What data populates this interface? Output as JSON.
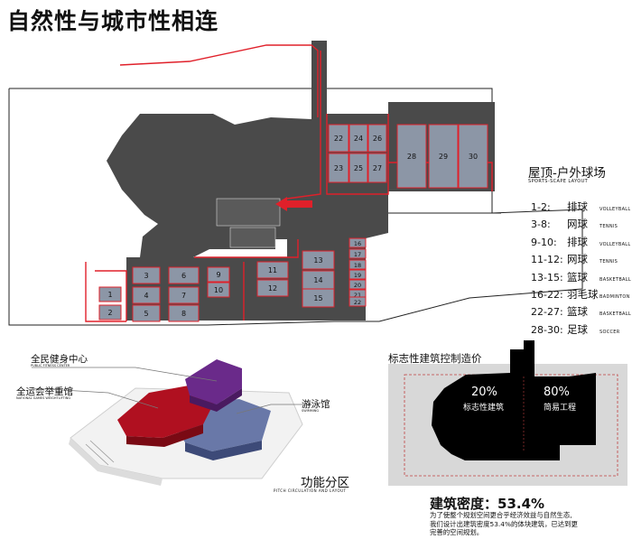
{
  "page": {
    "title": "自然性与城市性相连"
  },
  "site_plan": {
    "courts": [
      "1",
      "2",
      "3",
      "4",
      "5",
      "6",
      "7",
      "8",
      "9",
      "10",
      "11",
      "12",
      "13",
      "14",
      "15",
      "16",
      "17",
      "18",
      "19",
      "20",
      "21",
      "22",
      "22",
      "23",
      "24",
      "25",
      "26",
      "27",
      "28",
      "29",
      "30"
    ]
  },
  "legend": {
    "title": "屋顶-户外球场",
    "subtitle": "SPORTS-SCAPE LAYOUT",
    "items": [
      {
        "range": "1-2:",
        "zh": "排球",
        "en": "VOLLEYBALL"
      },
      {
        "range": "3-8:",
        "zh": "网球",
        "en": "TENNIS"
      },
      {
        "range": "9-10:",
        "zh": "排球",
        "en": "VOLLEYBALL"
      },
      {
        "range": "11-12:",
        "zh": "网球",
        "en": "TENNIS"
      },
      {
        "range": "13-15:",
        "zh": "篮球",
        "en": "BASKETBALL"
      },
      {
        "range": "16-22:",
        "zh": "羽毛球",
        "en": "BADMINTON"
      },
      {
        "range": "22-27:",
        "zh": "篮球",
        "en": "BASKETBALL"
      },
      {
        "range": "28-30:",
        "zh": "足球",
        "en": "SOCCER"
      }
    ]
  },
  "function_zones": {
    "title": "功能分区",
    "subtitle": "PITCH CIRCULATION AND LAYOUT",
    "labels": [
      {
        "zh": "全民健身中心",
        "en": "PUBLIC FITNESS CENTER"
      },
      {
        "zh": "全运会举重馆",
        "en": "NATIONAL GAMES WEIGHTLIFTING"
      },
      {
        "zh": "游泳馆",
        "en": "SWIMMING"
      }
    ],
    "colors": {
      "fitness": "#6a2a8a",
      "weightlifting": "#b01020",
      "swimming": "#5a6aa0"
    }
  },
  "landmark": {
    "title": "标志性建筑控制造价",
    "left": {
      "percent": "20%",
      "label": "标志性建筑"
    },
    "right": {
      "percent": "80%",
      "label": "简易工程"
    }
  },
  "density": {
    "title": "建筑密度：53.4%",
    "lines": [
      "为了使整个规划空间更合乎经济效益与自然生态,",
      "我们设计出建筑密度53.4%的体块建筑，已达到更",
      "完善的空间规划。"
    ]
  },
  "colors": {
    "court_fill": "#8c96a6",
    "building": "#4a4a4a",
    "circulation": "#e0202a"
  }
}
